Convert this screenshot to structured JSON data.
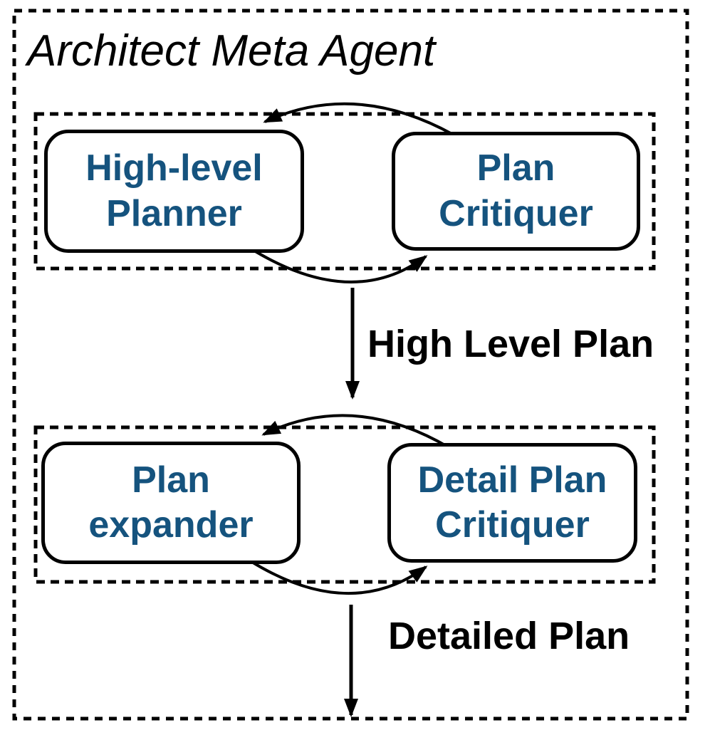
{
  "diagram": {
    "title": "Architect Meta Agent",
    "nodes": {
      "high_level_planner": {
        "lines": [
          "High-level",
          "Planner"
        ]
      },
      "plan_critiquer": {
        "lines": [
          "Plan",
          "Critiquer"
        ]
      },
      "plan_expander": {
        "lines": [
          "Plan",
          "expander"
        ]
      },
      "detail_plan_critiquer": {
        "lines": [
          "Detail Plan",
          "Critiquer"
        ]
      }
    },
    "edge_labels": {
      "high_level_plan": "High Level Plan",
      "detailed_plan": "Detailed Plan"
    },
    "colors": {
      "node_text": "#15537E",
      "line": "#000000",
      "background": "#FFFFFF"
    }
  }
}
